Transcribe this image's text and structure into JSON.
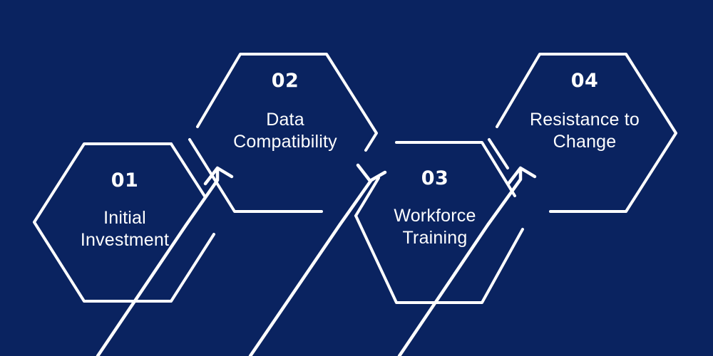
{
  "canvas": {
    "background_color": "#0a2360",
    "stroke_color": "#ffffff",
    "text_color": "#ffffff"
  },
  "diagram": {
    "type": "hexagon-process-flow",
    "direction": "left-to-right zigzag",
    "steps": [
      {
        "number": "01",
        "label": "Initial\nInvestment",
        "position": "lower"
      },
      {
        "number": "02",
        "label": "Data\nCompatibility",
        "position": "upper"
      },
      {
        "number": "03",
        "label": "Workforce\nTraining",
        "position": "lower"
      },
      {
        "number": "04",
        "label": "Resistance to\nChange",
        "position": "upper"
      }
    ],
    "connectors": [
      {
        "from": "01",
        "to": "02",
        "direction": "up"
      },
      {
        "from": "02",
        "to": "03",
        "direction": "down"
      },
      {
        "from": "03",
        "to": "04",
        "direction": "up"
      }
    ]
  }
}
